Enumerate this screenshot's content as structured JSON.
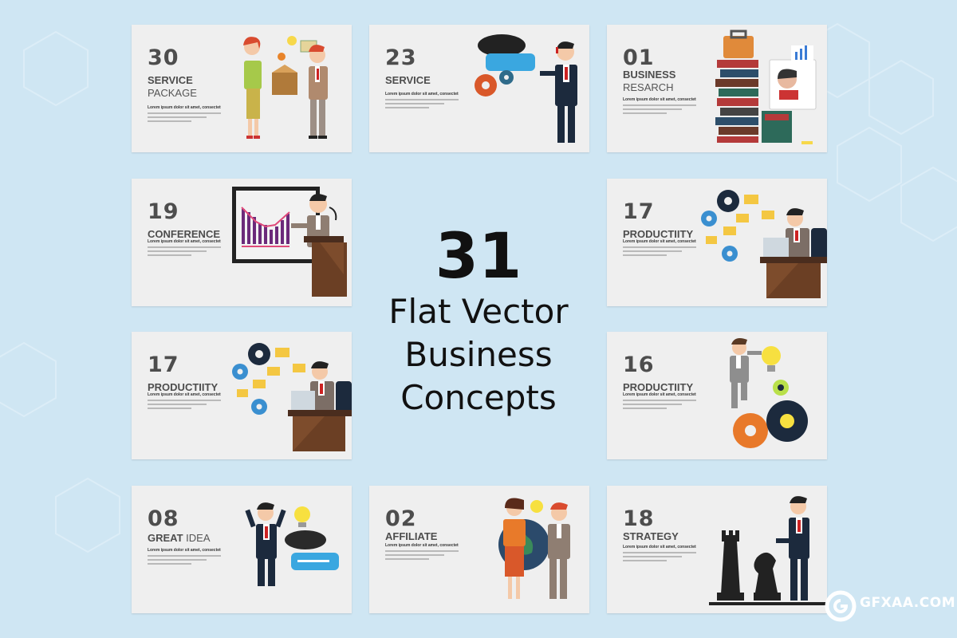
{
  "colors": {
    "background": "#cfe6f3",
    "card": "#efefef",
    "heading": "#4d4d4d"
  },
  "hero": {
    "number": "31",
    "line1": "Flat Vector",
    "line2": "Business",
    "line3": "Concepts"
  },
  "lorem_heading": "Lorem ipsum dolor sit amet, consectetur adipiscing elit",
  "cards": [
    {
      "number": "30",
      "title_bold": "SERVICE",
      "title_light": "PACKAGE",
      "art": "service-package-illustration"
    },
    {
      "number": "23",
      "title_bold": "SERVICE",
      "title_light": "",
      "art": "service-illustration"
    },
    {
      "number": "01",
      "title_bold": "BUSINESS",
      "title_light": "RESARCH",
      "art": "business-research-illustration"
    },
    {
      "number": "19",
      "title_bold": "CONFERENCE",
      "title_light": "",
      "art": "conference-illustration"
    },
    {
      "number": "17",
      "title_bold": "PRODUCTIITY",
      "title_light": "",
      "art": "productivity-illustration"
    },
    {
      "number": "17",
      "title_bold": "PRODUCTIITY",
      "title_light": "",
      "art": "productivity-illustration"
    },
    {
      "number": "16",
      "title_bold": "PRODUCTIITY",
      "title_light": "",
      "art": "productivity-gears-illustration"
    },
    {
      "number": "08",
      "title_bold": "GREAT",
      "title_light": "IDEA",
      "art": "great-idea-illustration"
    },
    {
      "number": "02",
      "title_bold": "AFFILIATE",
      "title_light": "",
      "art": "affiliate-illustration"
    },
    {
      "number": "18",
      "title_bold": "STRATEGY",
      "title_light": "",
      "art": "strategy-illustration"
    }
  ],
  "watermark": {
    "text": "GFXAA.COM",
    "sub": "",
    "icon": "gfxaa-logo-icon"
  }
}
